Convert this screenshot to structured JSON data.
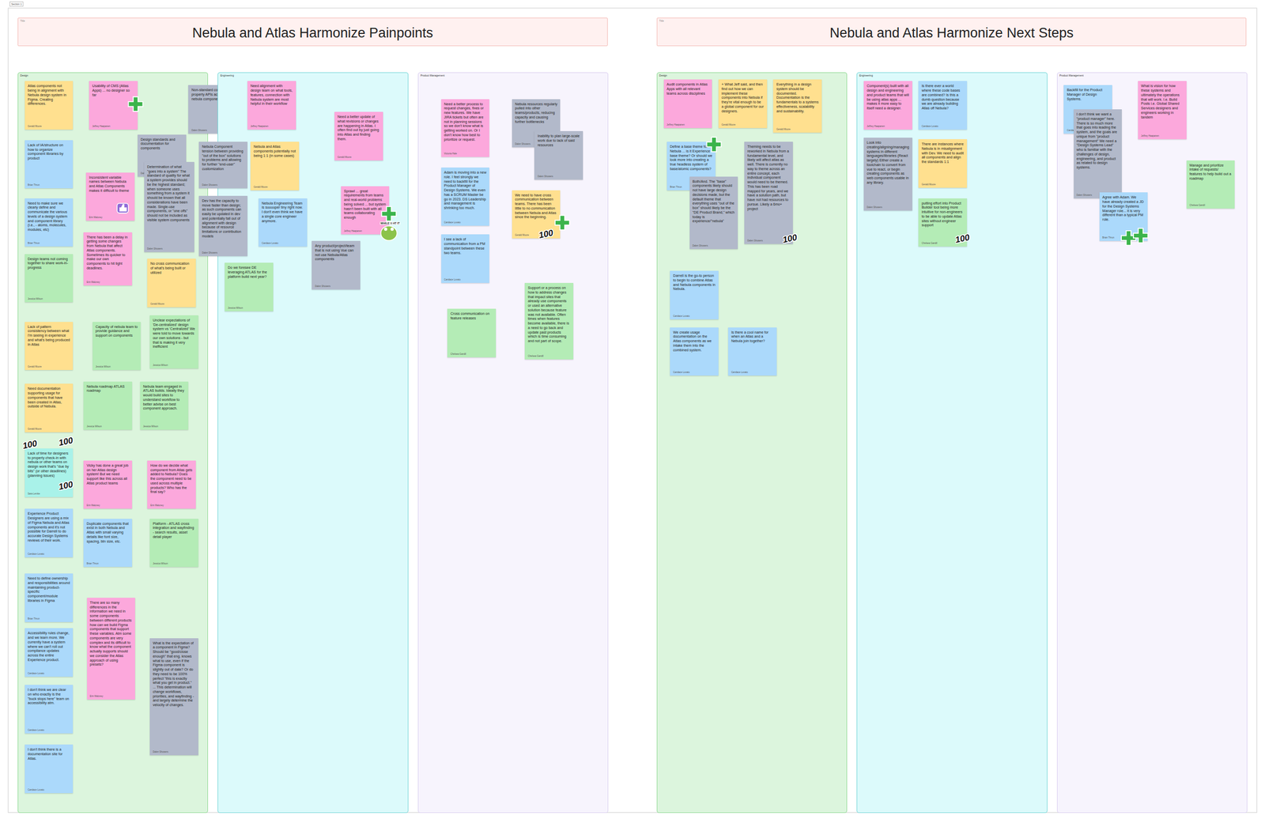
{
  "diagram": {
    "nodes": [
      {
        "text": [
          "Title",
          "Nebula and Atlas Harmonize Painpoints"
        ]
      },
      {
        "text": [
          "Title",
          "Nebula and Atlas Harmonize Next Steps"
        ]
      },
      {
        "text": [
          "Design"
        ]
      },
      {
        "text": [
          "Engineering"
        ]
      },
      {
        "text": [
          "Product Management"
        ]
      },
      {
        "text": [
          "Design"
        ]
      },
      {
        "text": [
          "Engineering"
        ]
      },
      {
        "text": [
          "Product Management"
        ]
      },
      {
        "text": [
          "Atlas components not being in alignment with Nebula design system in Figma. Creating differences.",
          "Gerald Moore"
        ],
        "in": 2
      },
      {
        "text": [
          "Usability of CMS (Atlas Apps) ... no designer so far",
          "Jeffrey Haapanen"
        ],
        "in": 2
      },
      {
        "text": [
          "Non-standard component property APIs across nebula components",
          "Dalen Showers"
        ],
        "in": 2
      },
      {
        "text": [
          "Design standards and documentation for components",
          "Dalen Showers"
        ],
        "in": 2
      },
      {
        "text": [
          "Lack of IA/structure on how to organize component libraries by product",
          "Brian Thrun"
        ],
        "in": 2
      },
      {
        "text": [
          "Determination of what \"goes into a system\" The standard of quality for what a system provides should be the highest standard; when someone uses something from a system it should be known that all considerations have been made. Single-use components, or \"one offs\" should not be included as visible system components",
          "Dalen Showers"
        ],
        "in": 2
      },
      {
        "text": [
          "Inconsistent variable names between Nebula and Atlas Components makes it difficult to theme",
          "Erin Maloney"
        ],
        "in": 2
      },
      {
        "text": [
          "Need to make sure we clearly define and communicate the various levels of a design system and component library (i.e., - atoms, molecules, modules, etc)",
          "Brian Thrun"
        ],
        "in": 2
      },
      {
        "text": [
          "There has been a delay in getting some changes from Nebula that affect Atlas components. Sometimes its quicker to make our own components to hit tight deadlines.",
          "Erin Maloney"
        ],
        "in": 2
      },
      {
        "text": [
          "Design teams not coming together to share work-in-progress",
          "Jessica Wilson"
        ],
        "in": 2
      },
      {
        "text": [
          "No cross communication of what's being built or utilized",
          "Gerald Moore"
        ],
        "in": 2
      },
      {
        "text": [
          "Lack of pattern consistency between what I'm seeing in experience and what's being produced in Atlas",
          "Gerald Moore"
        ],
        "in": 2
      },
      {
        "text": [
          "Capacity of nebula team to provide guidance and support on components",
          "Jessica Wilson"
        ],
        "in": 2
      },
      {
        "text": [
          "Unclear expectations of 'De-centralized' design system vs 'Centralized' We were told to move towards our own solutions - but that is making it very inefficient",
          "Jessica Wilson"
        ],
        "in": 2
      },
      {
        "text": [
          "Nebula roadmap ATLAS roadmap",
          "Jessica Wilson"
        ],
        "in": 2
      },
      {
        "text": [
          "Nebula team engaged in ATLAS builds. Ideally they would build sites to understand workflow to better advise on best component approach.",
          "Jessica Wilson"
        ],
        "in": 2
      },
      {
        "text": [
          "Need documentation supporting usage for components that have been created in Atlas, outside of Nebula.",
          "Gerald Moore"
        ],
        "in": 2
      },
      {
        "text": [
          "Lack of time for designers to properly check-in with nebula or other teams on design work that's \"due by bits\" (or other deadlines) (planning issues)",
          "Sara Lemke"
        ],
        "in": 2
      },
      {
        "text": [
          "Vicky has done a great job on her Atlas design system! But we need support like this across all Atlas product teams",
          "Erin Maloney"
        ],
        "in": 2
      },
      {
        "text": [
          "How do we decide what component from Atlas gets added to Nebula? Does the component need to be used across multiple products? Who has the final say?",
          "Erin Maloney"
        ],
        "in": 2
      },
      {
        "text": [
          "Experience Product Designers are using a mix of Figma Nebula and Atlas components and it's not possible for Darrell to do accurate Design Systems reviews of their work.",
          "Candace Lovato"
        ],
        "in": 2
      },
      {
        "text": [
          "Duplicate components that exist in both Nebula and Atlas with small varying details like font size, spacing, btn size, etc.",
          "Brian Thrun"
        ],
        "in": 2
      },
      {
        "text": [
          "Platform - ATLAS cross integration and wayfinding - search results, asset detail player",
          "Jessica Wilson"
        ],
        "in": 2
      },
      {
        "text": [
          "Need to define ownership and responsibilities around maintaining product-specific component/module libraries in Figma",
          "Brian Thrun"
        ],
        "in": 2
      },
      {
        "text": [
          "There are so many differences in the information we need in some components between different products how can we build Figma components that support these variables. Atm some components are very complex and its difficult to know what the component actually supports should we consider the Atlas approach of using presets?",
          "Erin Maloney"
        ],
        "in": 2
      },
      {
        "text": [
          "Accessibility rules change, and we learn more. We currently have a system where we can't roll out compliance updates across the entire Experience product.",
          "Candace Lovato"
        ],
        "in": 2
      },
      {
        "text": [
          "What is the expectation of a component in Figma? Should be \"good/close enough\" that eng. knows what to use, even if the Figma component is slightly out of date? Or do they need to be 100% perfect \"this is exactly what you get in product.\" ... This determination will change workflows, priorities, and wayfinding - and largely determine the velocity of changes.",
          "Dalen Showers"
        ],
        "in": 2
      },
      {
        "text": [
          "I don't think we are clear on who exactly is the \"buck stops here\" team on accessibility atm.",
          "Candace Lovato"
        ],
        "in": 2
      },
      {
        "text": [
          "I don't think there is a documentation site for Atlas.",
          "Candace Lovato"
        ],
        "in": 2
      },
      {
        "text": [
          "Need alignment with design team on what tools, features, connection with Nebula system are most helpful in their workflow",
          "Jeffrey Haapanen"
        ],
        "in": 3
      },
      {
        "text": [
          "Nebula Component tension between providing \"out of the box\" solutions to problems and allowing for further \"end-user\" customization",
          "Dalen Showers"
        ],
        "in": 3
      },
      {
        "text": [
          "Nebula and Atlas components potentially not being 1:1 (in some cases)",
          "Gerald Moore"
        ],
        "in": 3
      },
      {
        "text": [
          "Dev has the capacity to move faster than design; as such components can easily be updated in dev and potentially fall out of alignment with design because of resource limitations or contribution models",
          "Dalen Showers"
        ],
        "in": 3
      },
      {
        "text": [
          "Nebula Engineering Team is suuuuper tiny right now. I don't even think we have a single core engineer anymore.",
          "Candace Lovato"
        ],
        "in": 3
      },
      {
        "text": [
          "Do we foresee DE leveraging ATLAS for the platform build next year?",
          "Jessica Wilson"
        ],
        "in": 3
      },
      {
        "text": [
          "Need a better update of what revisions or changes are happening in Atlas. I often find out by just going into Atlas and finding them.",
          "Gerald Moore"
        ],
        "in": 3
      },
      {
        "text": [
          "Sprawl ... great requirements from teams and real-world problems being solved ... but system hasn't been built with all teams collaborating enough",
          "Jeffrey Haapanen"
        ],
        "in": 3
      },
      {
        "text": [
          "Any product/project/team that is not using Vue can not use Nebula/Atlas components",
          "Dalen Showers"
        ],
        "in": 3
      },
      {
        "text": [
          "Need a better process to request changes, fixes or new features. We have JIRA tickets but often are not in planning sessions so we don't know what is getting worked on. Or I don't know how best to prioritize or request.",
          "Victoria Hale"
        ],
        "in": 4
      },
      {
        "text": [
          "Nebula resources regularly pulled into other teams/products, reducing capacity and causing further bottlenecks",
          "Dalen Showers"
        ],
        "in": 4
      },
      {
        "text": [
          "Inability to plan large-scale work due to lack of said resources",
          "Dalen Showers"
        ],
        "in": 4
      },
      {
        "text": [
          "Adam is moving into a new role. I feel strongly we need to backfill for the Product Manager of Design Systems. We even has a SCRUM Master be go in 2023. DS Leadership and management is shrinking too much.",
          "Candace Lovato"
        ],
        "in": 4
      },
      {
        "text": [
          "We need to have cross communication between teams. There has been little to no communication between Nebula and Atlas since the beginning.",
          "Gerald Moore"
        ],
        "in": 4
      },
      {
        "text": [
          "I see a lack of communication from a PM standpoint between these two teams.",
          "Candace Lovato"
        ],
        "in": 4
      },
      {
        "text": [
          "Cross communication on feature releases",
          "Chelsea Gandil"
        ],
        "in": 4
      },
      {
        "text": [
          "Support or a process on how to address changes that impact sites that already use components or used an alternative solution because feature was not available. Often times when features become available, there is a need to go back and update past products which is time consuming and not part of scope.",
          "Chelsea Gandil"
        ],
        "in": 4
      },
      {
        "text": [
          "Audit components in Atlas Apps with all relevant teams across disciplines",
          "Jeffrey Haapanen"
        ],
        "in": 5
      },
      {
        "text": [
          "+ What Jeff said, and then find out how we can implement these components into Nebula if they're vital enough to be a global component for our designers.",
          "Gerald Moore"
        ],
        "in": 5
      },
      {
        "text": [
          "Everything in a design system should be documented. Documentation is the fundamentals to a systems effectiveness, scalability and sustainability.",
          "Gerald Moore"
        ],
        "in": 5
      },
      {
        "text": [
          "Define a base theme for Nebula ... is it Experience base theme? Or should we look more into creating a true headless system of base/atomic components?",
          "Brian Thrun"
        ],
        "in": 5
      },
      {
        "text": [
          "Both/And. The \"base\" components likely should not have large design decisions made, but the default theme that everything uses \"out of the box\" should likely be the \"DE Product Brand,\" which today is experience/\"nebula\"",
          "Dalen Showers"
        ],
        "in": 5
      },
      {
        "text": [
          "Theming needs to be reworked in Nebula from a fundamental level, and likely will affect atlas as well. There is currently no way to theme across an entire concept, each individual component would need to be themed. This has been road mapped for years, and we have a solution path, but have not had resources to pursue. Likely a 6mo+ project",
          "Dalen Showers"
        ],
        "in": 5
      },
      {
        "text": [
          "Darrell is the go-to person to begin to combine Atlas and Nebula components in Nebula.",
          "Candace Lovato"
        ],
        "in": 5
      },
      {
        "text": [
          "We create usage documentation on the Atlas components as we intake them into the combined system.",
          "Candace Lovato"
        ],
        "in": 5
      },
      {
        "text": [
          "Is there a cool name for when an Atlas and a Nebula join together?",
          "Candace Lovato"
        ],
        "in": 5
      },
      {
        "text": [
          "Component(s) built with all design and engineering and product teams that will be using atlas apps ... makes it more easy to itself need a designer.",
          "Jeffrey Haapanen"
        ],
        "in": 6
      },
      {
        "text": [
          "Is there ever a world where these code bases are combined? Is this a dumb question because we are already building Atlas off Nebula?",
          "Candace Lovato"
        ],
        "in": 6
      },
      {
        "text": [
          "Look into creating/aligning/managing systems in different languages/libraries (React largely) Either create a toolchain to convert from vue to react, or begin creating components as web components usable in any library.",
          "Dalen Showers"
        ],
        "in": 6
      },
      {
        "text": [
          "There are instances where Nebula is in misalignment with Dev. We need to audit all components and align the standards 1:1",
          "Gerald Moore"
        ],
        "in": 6
      },
      {
        "text": [
          "putting effort into Product Builder tool being more intuitive for non-engineers to be able to update Atlas sites without engineer support",
          "Chelsea Gandil"
        ],
        "in": 6
      },
      {
        "text": [
          "Backfill for the Product Manager of Design Systems.",
          "Candace Lovato"
        ],
        "in": 7
      },
      {
        "text": [
          "I don't think we want a \"product manager\" here. There is so much more that goes into leading the system, and the goals are unique from \"product management\" We need a \"Design Systems Lead\" who is familiar with the challenges of design, engineering, and product as related to design systems.",
          "Dalen Showers"
        ],
        "in": 7
      },
      {
        "text": [
          "What is vision for how these systems and ultimately the operations that will work. I.e. Build Posts i.e. Global Shared Services designers and engineers working in tandem",
          "Jeffrey Haapanen"
        ],
        "in": 7
      },
      {
        "text": [
          "Manage and prioritize intake of requests/ features to help build out a roadmap",
          "Chelsea Gandil"
        ],
        "in": 7
      },
      {
        "text": [
          "Agree with Adam. We have already created a JD for the Design Systems Manager role... it is very different than a typical PM role.",
          "Brian Thrun"
        ],
        "in": 7
      }
    ],
    "labels": [
      "Section 1",
      "100",
      "100",
      "100",
      "100",
      "100",
      "100",
      "WHILE U AT IT"
    ]
  }
}
